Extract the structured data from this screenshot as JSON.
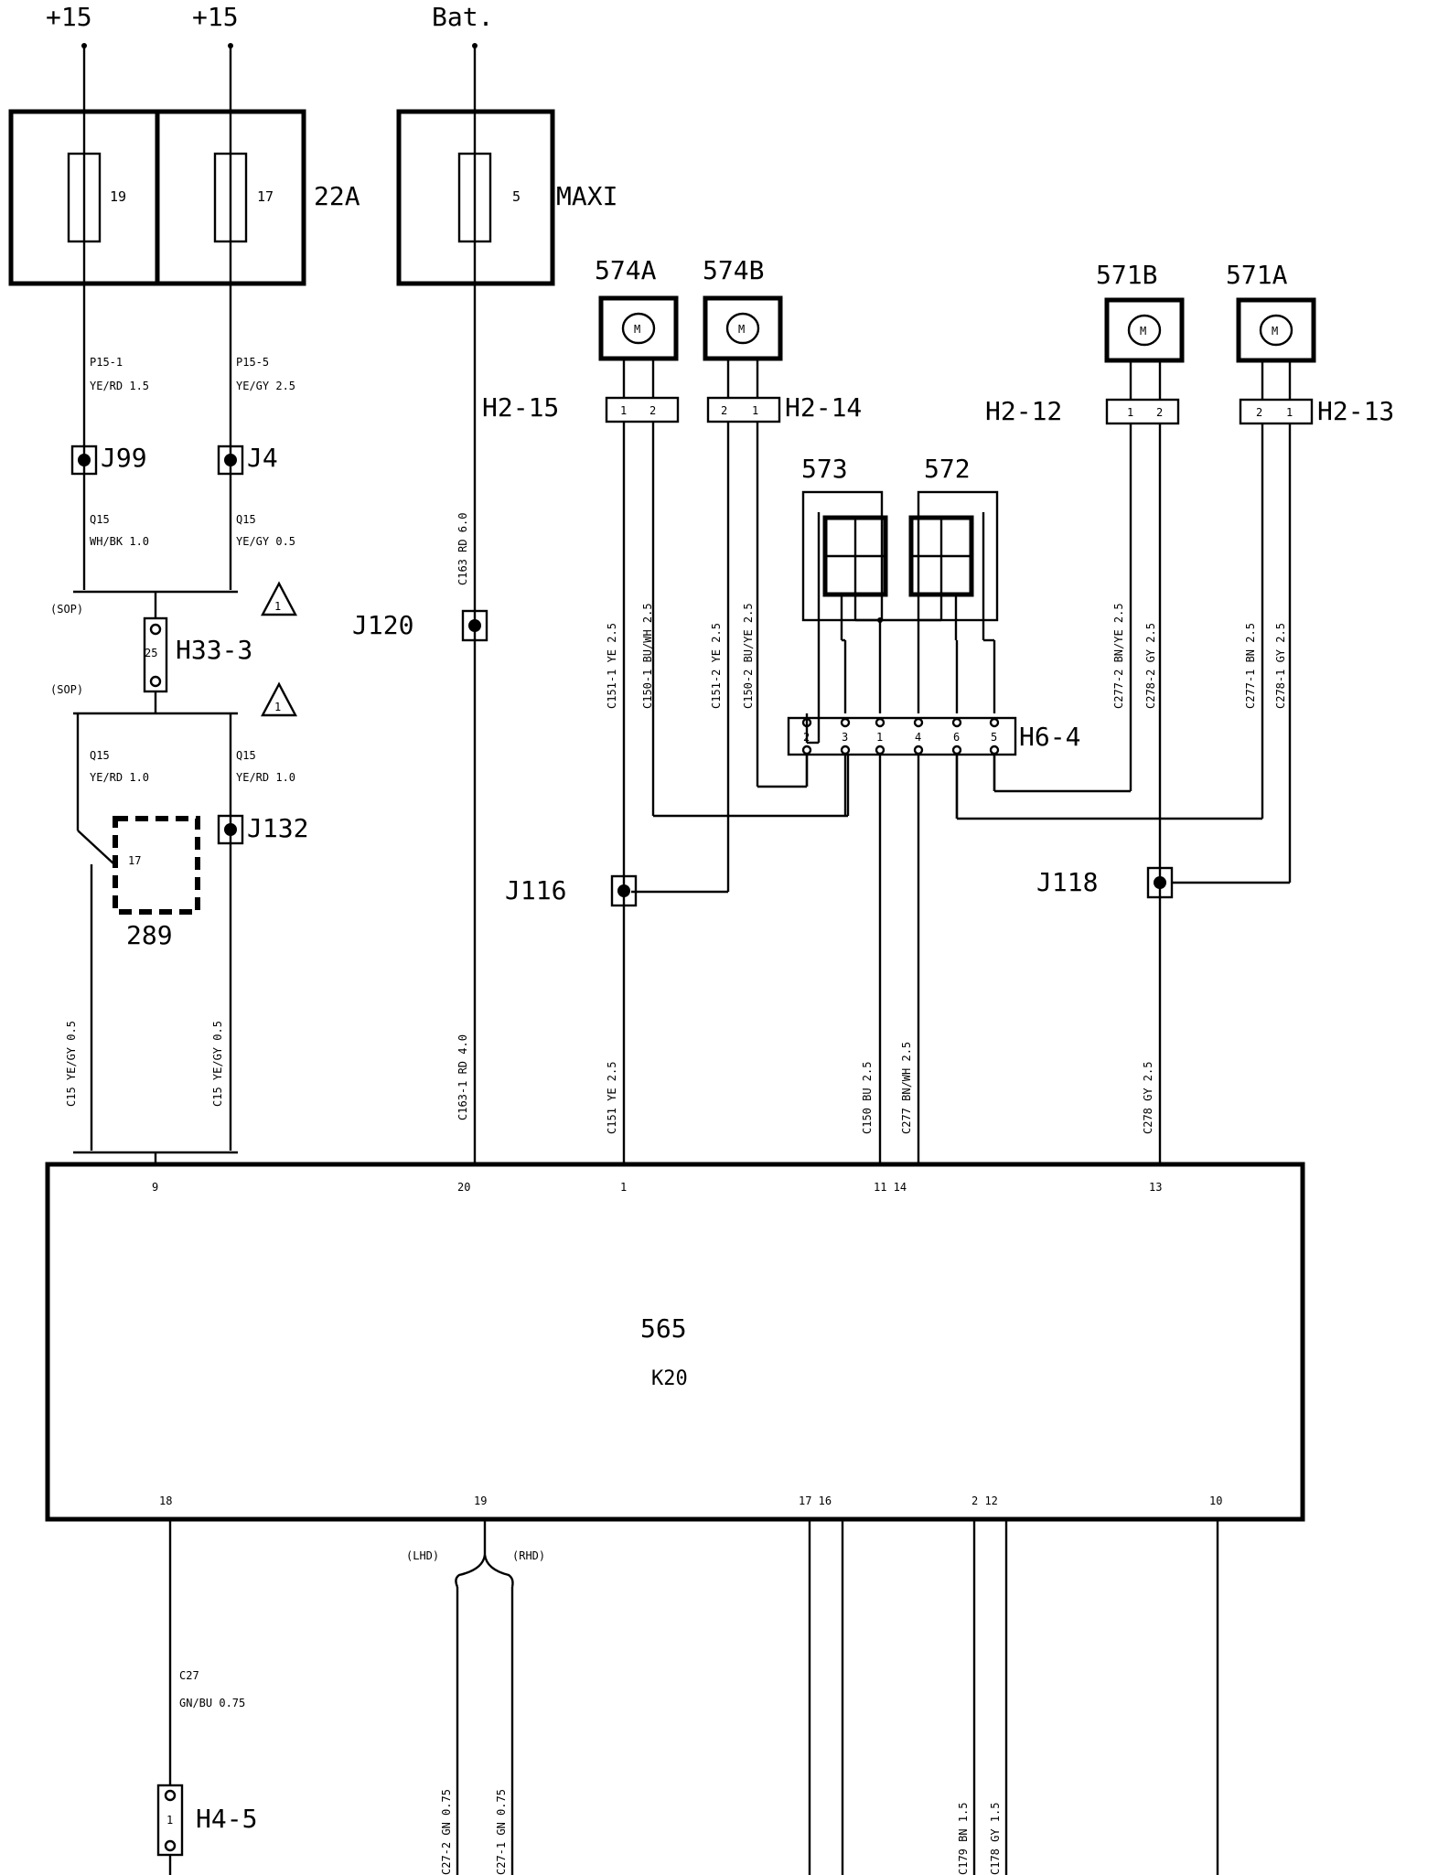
{
  "supply": {
    "p15a": "+15",
    "p15b": "+15",
    "bat": "Bat."
  },
  "fuses": {
    "f19": "19",
    "f17": "17",
    "f5": "5",
    "box22a": "22A",
    "maxi": "MAXI"
  },
  "motors": {
    "m574a": "574A",
    "m574b": "574B",
    "m571b": "571B",
    "m571a": "571A",
    "symbol": "M"
  },
  "switches": {
    "s573": "573",
    "s572": "572"
  },
  "module": {
    "id": "565",
    "sub": "K20"
  },
  "module289": {
    "id": "289",
    "pin": "17"
  },
  "connectors": {
    "h2_15": "H2-15",
    "h2_14": "H2-14",
    "h2_12": "H2-12",
    "h2_13": "H2-13",
    "h33_3": "H33-3",
    "h6_4": "H6-4",
    "h4_5": "H4-5",
    "pin1": "1",
    "pin2": "2",
    "pin25": "25"
  },
  "h6_pins": [
    "2",
    "3",
    "1",
    "4",
    "6",
    "5"
  ],
  "splices": {
    "j99": "J99",
    "j4": "J4",
    "j120": "J120",
    "j132": "J132",
    "j116": "J116",
    "j118": "J118"
  },
  "options": {
    "sop1": "(SOP)",
    "sop2": "(SOP)",
    "lhd": "(LHD)",
    "rhd": "(RHD)",
    "note": "1"
  },
  "wires": {
    "p15_1a": "P15-1",
    "p15_1b": "YE/RD 1.5",
    "p15_5a": "P15-5",
    "p15_5b": "YE/GY 2.5",
    "q15_a1": "Q15",
    "q15_a2": "WH/BK 1.0",
    "q15_b1": "Q15",
    "q15_b2": "YE/GY 0.5",
    "q15_c1": "Q15",
    "q15_c2": "YE/RD 1.0",
    "q15_d1": "Q15",
    "q15_d2": "YE/RD 1.0",
    "c15_left": "C15  YE/GY  0.5",
    "c15_right": "C15  YE/GY  0.5",
    "c163": "C163 RD 6.0",
    "c163_1": "C163-1 RD 4.0",
    "c151_1": "C151-1 YE 2.5",
    "c150_1": "C150-1 BU/WH 2.5",
    "c151_2": "C151-2 YE 2.5",
    "c150_2": "C150-2 BU/YE 2.5",
    "c277_2": "C277-2 BN/YE 2.5",
    "c278_2": "C278-2 GY 2.5",
    "c277_1": "C277-1 BN 2.5",
    "c278_1": "C278-1 GY 2.5",
    "c151": "C151 YE 2.5",
    "c150": "C150 BU 2.5",
    "c277": "C277 BN/WH 2.5",
    "c278": "C278 GY 2.5",
    "c27a": "C27",
    "c27b": "GN/BU 0.75",
    "c27_2": "C27-2 GN 0.75",
    "c27_1": "C27-1 GN 0.75",
    "c179": "C179 BN 1.5",
    "c178": "C178 GY 1.5"
  },
  "module_pins": {
    "p9": "9",
    "p20": "20",
    "p1": "1",
    "p11_14": "11 14",
    "p13": "13",
    "p18": "18",
    "p19": "19",
    "p17_16": "17 16",
    "p2_12": "2  12",
    "p10": "10"
  }
}
